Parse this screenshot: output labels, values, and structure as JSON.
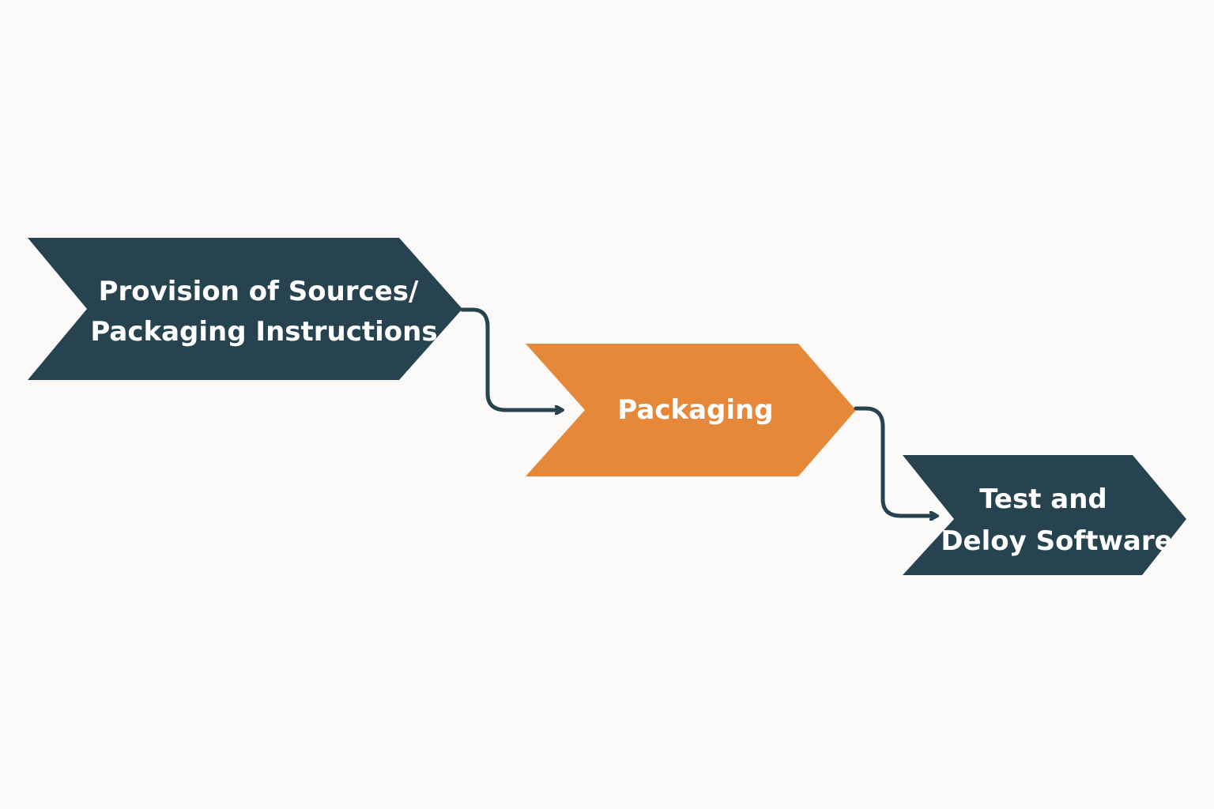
{
  "diagram": {
    "steps": [
      {
        "id": "step-1",
        "lines": [
          "Provision of Sources/",
          "Packaging Instructions"
        ],
        "color": "#26434f"
      },
      {
        "id": "step-2",
        "lines": [
          "Packaging"
        ],
        "color": "#e5883a"
      },
      {
        "id": "step-3",
        "lines": [
          "Test and",
          "Deloy Software"
        ],
        "color": "#26434f"
      }
    ],
    "connector_color": "#26434f",
    "background": "#fbfaf8"
  }
}
